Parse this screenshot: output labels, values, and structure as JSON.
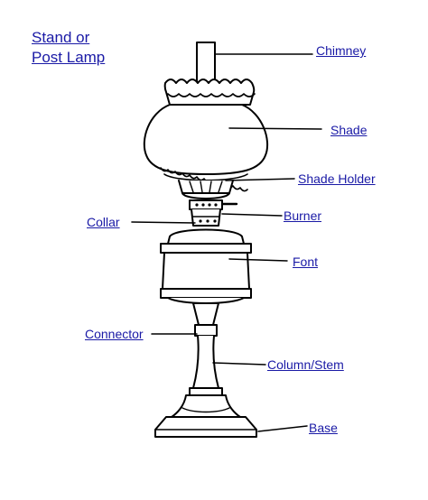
{
  "title": {
    "line1": "Stand or",
    "line2": "Post Lamp"
  },
  "labels": {
    "chimney": "Chimney",
    "shade": "Shade",
    "shade_holder": "Shade Holder",
    "collar": "Collar",
    "burner": "Burner",
    "font": "Font",
    "connector": "Connector",
    "column_stem": "Column/Stem",
    "base": "Base"
  },
  "colors": {
    "label_text": "#1a1aa6",
    "line_art": "#000000"
  }
}
